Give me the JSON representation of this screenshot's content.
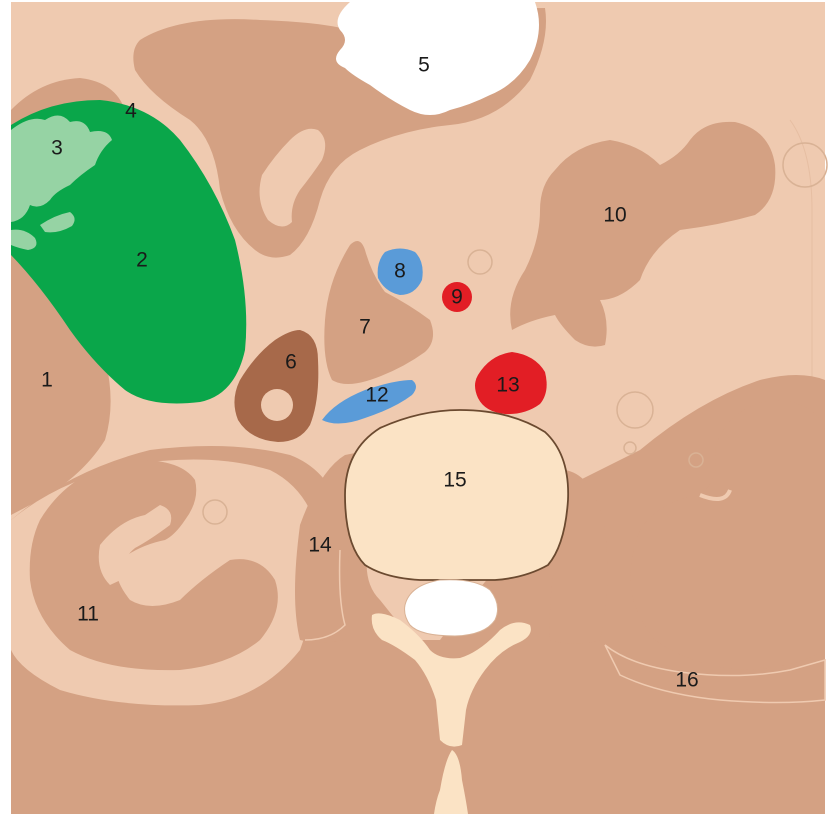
{
  "colors": {
    "background": "#efcab0",
    "organ_tan": "#d4a386",
    "muscle": "#d2a083",
    "green_mass": "#0aa64a",
    "green_light": "#96d3a4",
    "brown_ring": "#a7694a",
    "vein_blue": "#5a9bd8",
    "artery_red": "#e21e25",
    "bone": "#fbe3c5",
    "white": "#ffffff",
    "outline_dark": "#6b4a30"
  },
  "labels": {
    "l1": "1",
    "l2": "2",
    "l3": "3",
    "l4": "4",
    "l5": "5",
    "l6": "6",
    "l7": "7",
    "l8": "8",
    "l9": "9",
    "l10": "10",
    "l11": "11",
    "l12": "12",
    "l13": "13",
    "l14": "14",
    "l15": "15",
    "l16": "16"
  }
}
